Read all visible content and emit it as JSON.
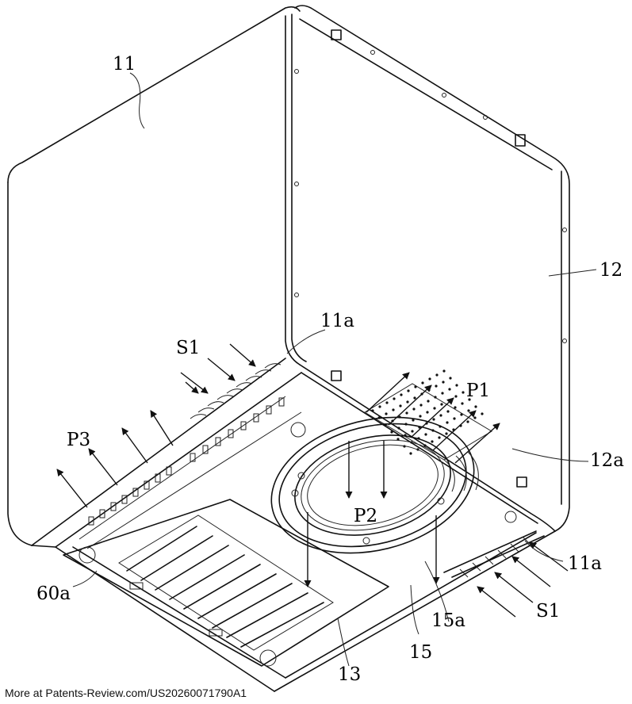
{
  "labels": {
    "l11": "11",
    "l12": "12",
    "l11a_top": "11a",
    "l11a_right": "11a",
    "lS1_top": "S1",
    "lS1_bottom": "S1",
    "lP1": "P1",
    "lP2": "P2",
    "lP3": "P3",
    "l12a": "12a",
    "l60a": "60a",
    "l15a": "15a",
    "l15": "15",
    "l13": "13"
  },
  "footer": "More at Patents-Review.com/US20260071790A1"
}
